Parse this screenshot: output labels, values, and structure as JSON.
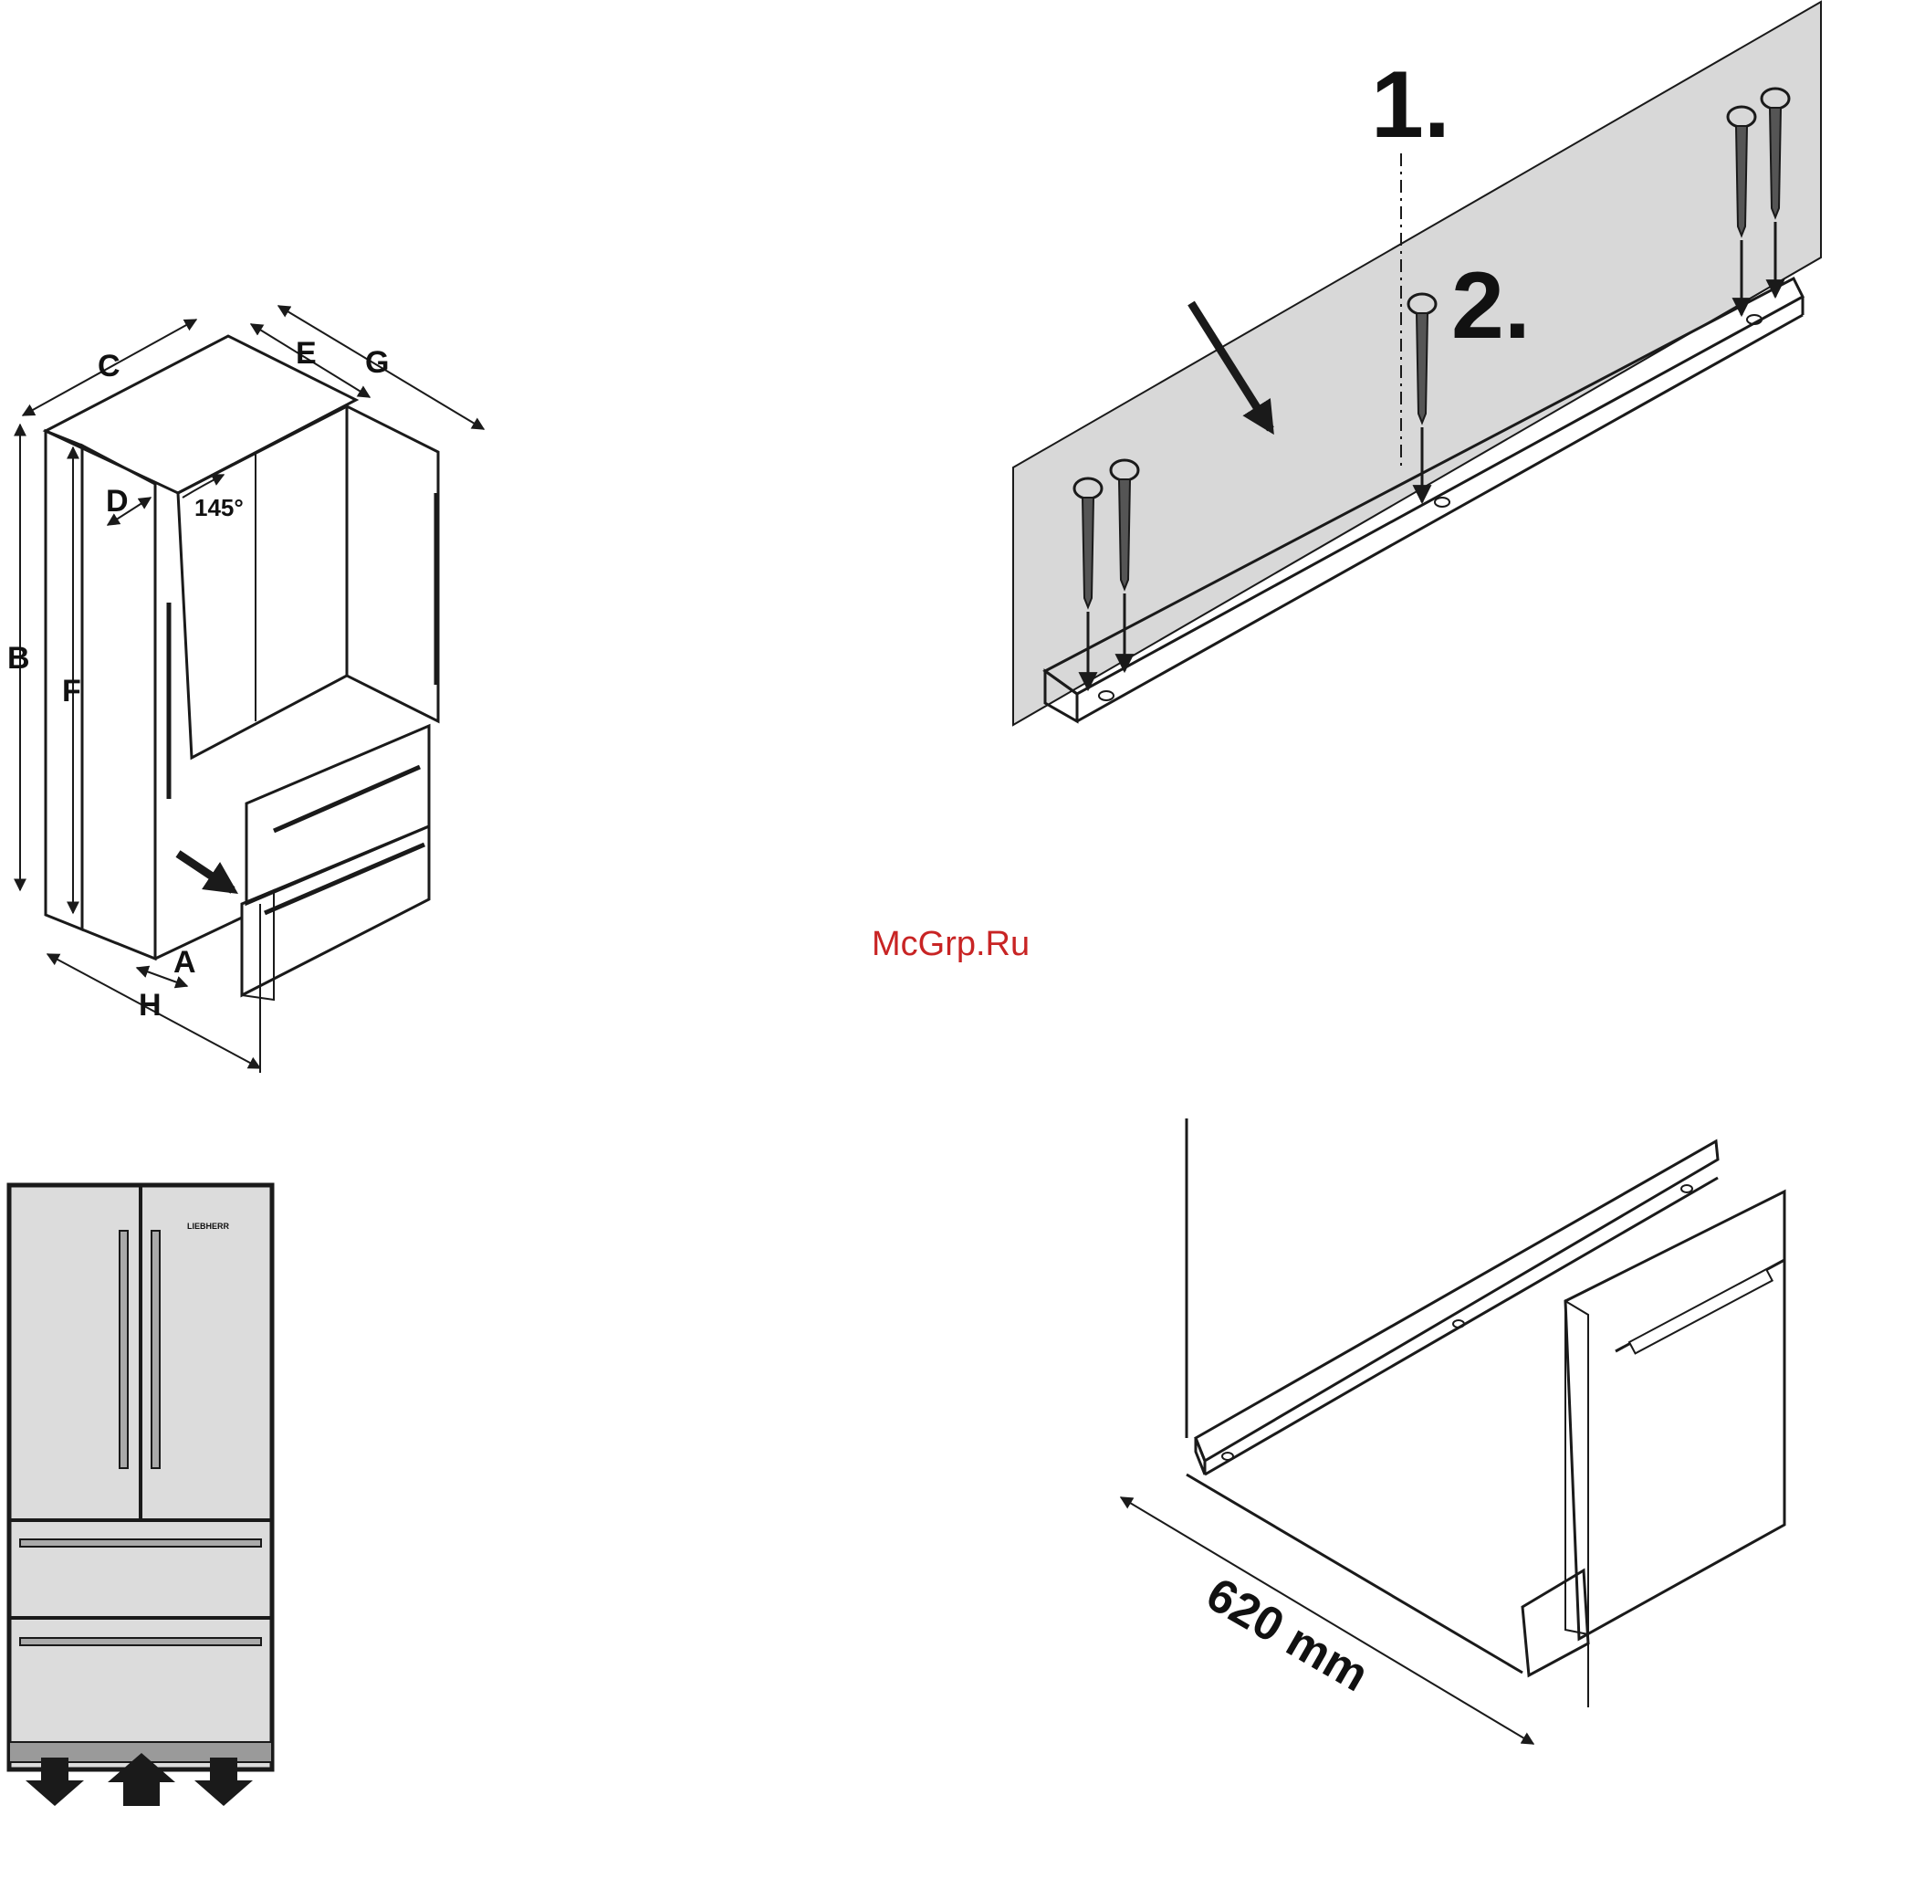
{
  "figure1": {
    "dimension_labels": [
      "A",
      "B",
      "C",
      "D",
      "E",
      "F",
      "G",
      "H"
    ],
    "angle_label": "145°"
  },
  "figure2": {
    "step1_label": "1.",
    "step2_label": "2."
  },
  "figure3": {
    "brand_text": "LIEBHERR"
  },
  "figure4": {
    "depth_label": "620 mm"
  },
  "watermark": "McGrp.Ru",
  "colors": {
    "line": "#1a1a1a",
    "panel_gray": "#d8d8d8",
    "appliance_gray": "#dcdcdc",
    "watermark": "#c82424"
  }
}
